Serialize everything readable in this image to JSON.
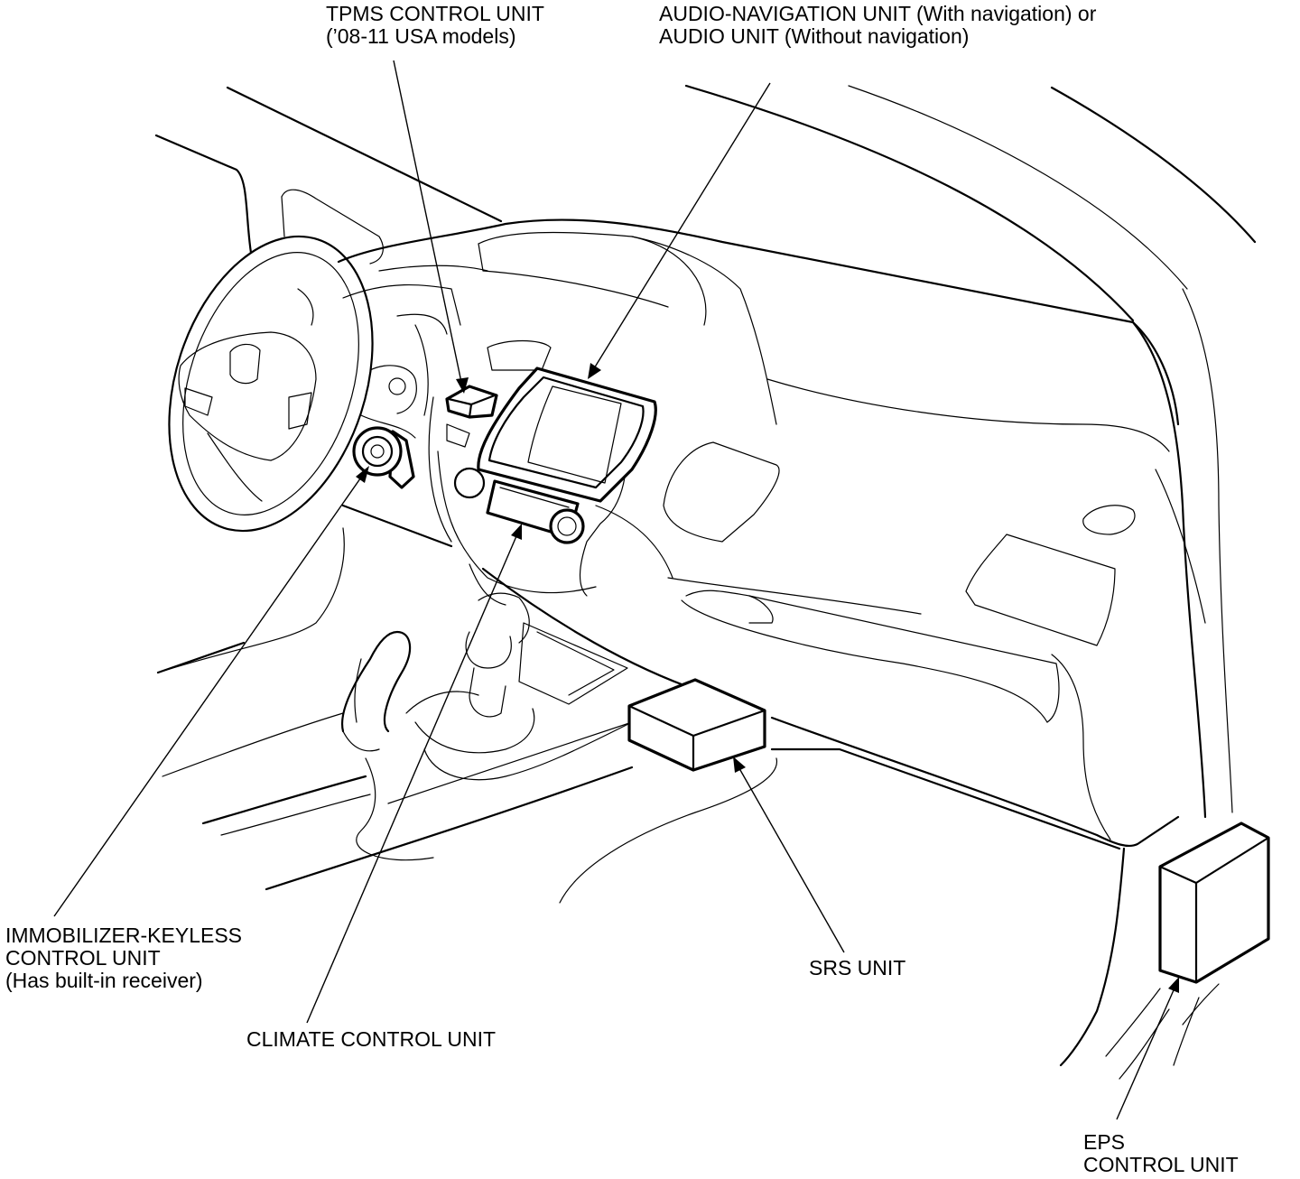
{
  "labels": {
    "tpms": {
      "line1": "TPMS CONTROL UNIT",
      "line2": "(’08-11 USA models)"
    },
    "audio_nav": {
      "line1": "AUDIO-NAVIGATION UNIT (With navigation) or",
      "line2": "AUDIO UNIT (Without navigation)"
    },
    "immobilizer": {
      "line1": "IMMOBILIZER-KEYLESS",
      "line2": "CONTROL UNIT",
      "line3": "(Has built-in receiver)"
    },
    "climate": {
      "line1": "CLIMATE CONTROL UNIT"
    },
    "srs": {
      "line1": "SRS UNIT"
    },
    "eps": {
      "line1": "EPS",
      "line2": "CONTROL UNIT"
    }
  }
}
